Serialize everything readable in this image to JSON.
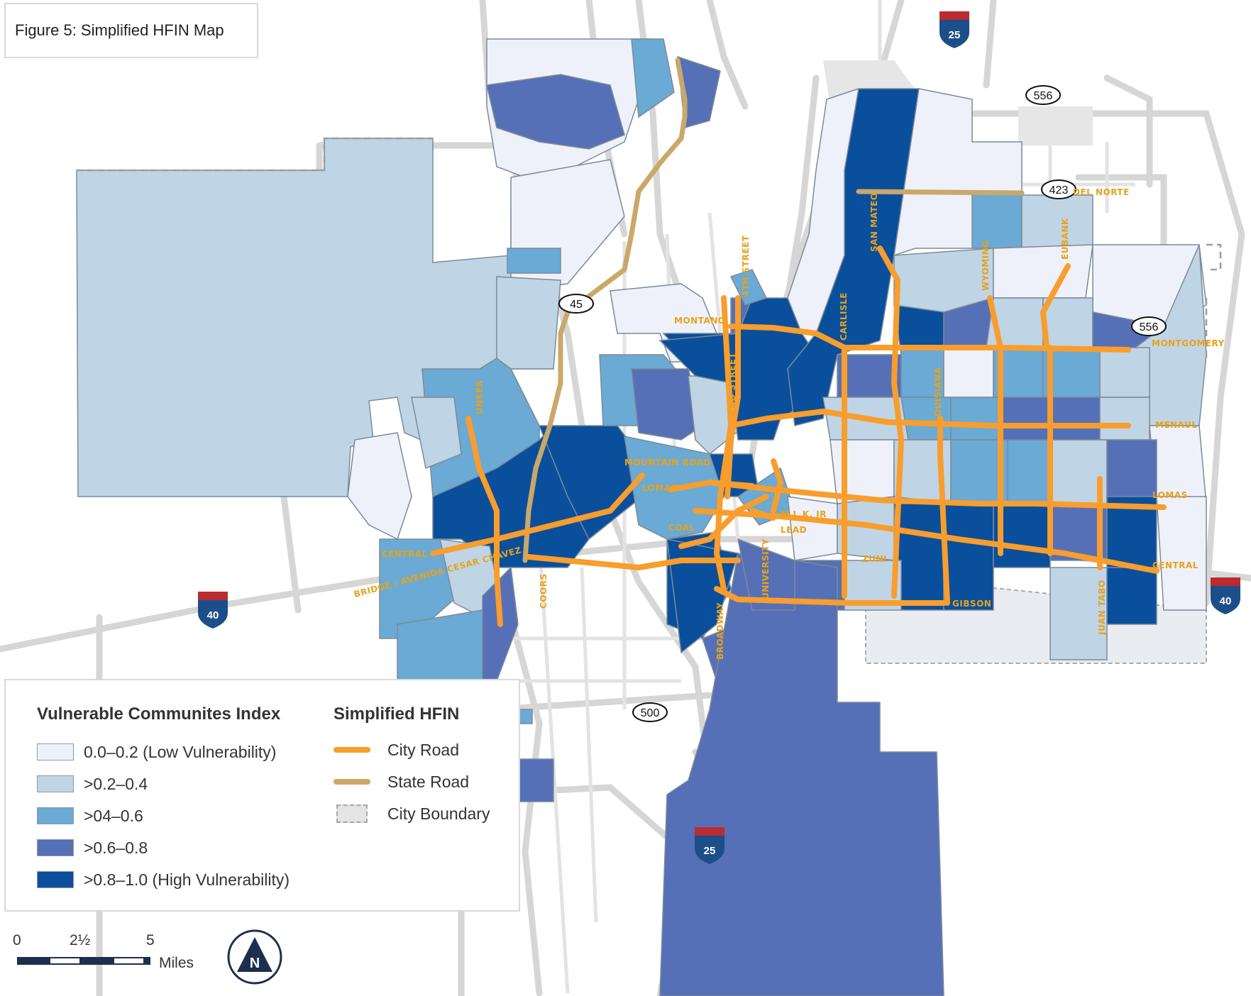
{
  "title": "Figure 5: Simplified HFIN Map",
  "legend": {
    "vci_heading": "Vulnerable Communites Index",
    "vci_classes": [
      {
        "label": "0.0–0.2 (Low Vulnerability)",
        "color": "#eef1fa"
      },
      {
        "label": ">0.2–0.4",
        "color": "#bfd5e5"
      },
      {
        "label": ">04–0.6",
        "color": "#6aaad5"
      },
      {
        "label": ">0.6–0.8",
        "color": "#5570b7"
      },
      {
        "label": ">0.8–1.0 (High Vulnerability)",
        "color": "#0a4f9c"
      }
    ],
    "hfin_heading": "Simplified HFIN",
    "hfin_items": [
      {
        "label": "City Road",
        "color": "#f99d2d"
      },
      {
        "label": "State Road",
        "color": "#c9a86a"
      },
      {
        "label": "City Boundary",
        "color": "#a8a8a8"
      }
    ]
  },
  "scale": {
    "labels": [
      "0",
      "2½",
      "5"
    ],
    "unit": "Miles"
  },
  "north_arrow": "N",
  "shields": {
    "interstate": [
      "25",
      "40",
      "40",
      "25"
    ],
    "state": [
      "556",
      "423",
      "45",
      "556",
      "500"
    ]
  },
  "road_labels": {
    "del_norte": "DEL NORTE",
    "fourth_street": "4TH STREET",
    "second_street": "2ND STREET",
    "montano": "MONTANO",
    "san_mateo": "SAN MATEO",
    "carlisle": "CARLISLE",
    "louisiana": "LOUISIANA",
    "wyoming": "WYOMING",
    "eubank": "EUBANK",
    "montgomery": "MONTGOMERY",
    "menaul": "MENAUL",
    "unser": "UNSER",
    "mountain_road": "MOUNTAIN ROAD",
    "lomas_west": "LOMAS",
    "lomas_east": "LOMAS",
    "mlk": "M.L.K. JR",
    "lead": "LEAD",
    "coal": "COAL",
    "central_west": "CENTRAL",
    "central_east": "CENTRAL",
    "bridge": "BRIDGE / AVENIDA CESAR CHAVEZ",
    "coors": "COORS",
    "university": "UNIVERSITY",
    "broadway": "BROADWAY",
    "zuni": "ZUNI",
    "gibson": "GIBSON",
    "juan_tabo": "JUAN TABO"
  }
}
